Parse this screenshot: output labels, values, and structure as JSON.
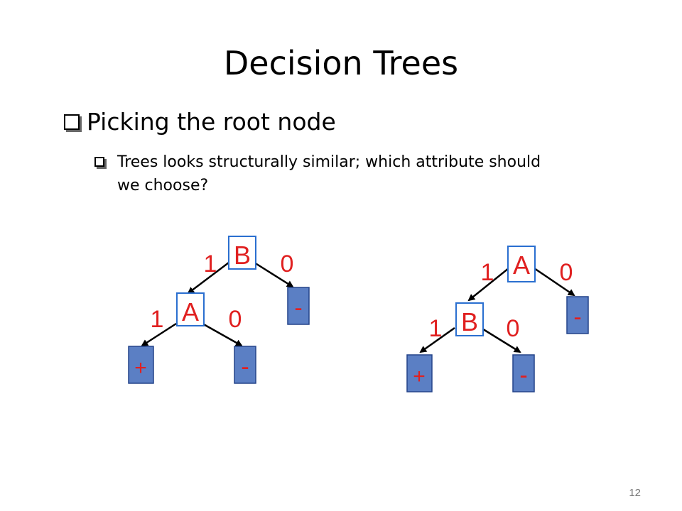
{
  "slide": {
    "title": "Decision Trees",
    "bullet1": "Picking the root node",
    "bullet2_line1": "Trees looks structurally similar; which attribute should",
    "bullet2_line2": "we choose?",
    "page_number": "12"
  },
  "tree_left": {
    "root": "B",
    "root_edge_left": "1",
    "root_edge_right": "0",
    "child": "A",
    "child_edge_left": "1",
    "child_edge_right": "0",
    "leaf_right": "-",
    "leaf_ll": "+",
    "leaf_lr": "-"
  },
  "tree_right": {
    "root": "A",
    "root_edge_left": "1",
    "root_edge_right": "0",
    "child": "B",
    "child_edge_left": "1",
    "child_edge_right": "0",
    "leaf_right": "-",
    "leaf_ll": "+",
    "leaf_lr": "-"
  },
  "colors": {
    "node_border": "#2a6fd0",
    "leaf_fill": "#5b7fc4",
    "label_red": "#e02020"
  }
}
